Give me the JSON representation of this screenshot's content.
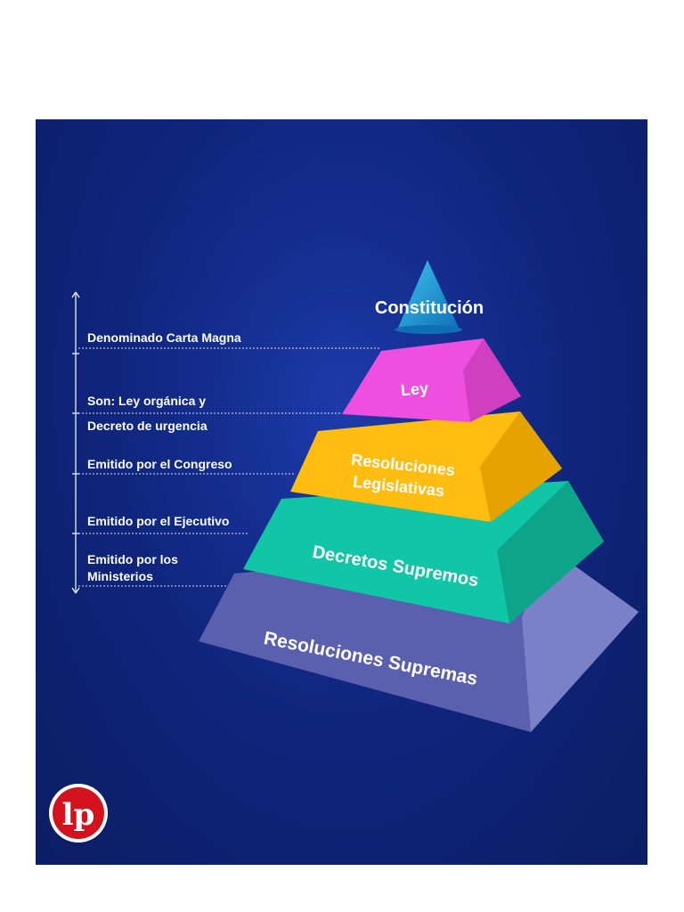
{
  "pyramid": {
    "tiers": [
      {
        "label": "Constitución",
        "color": "#1da1d9"
      },
      {
        "label": "Ley",
        "color": "#f250e0"
      },
      {
        "label": "Resoluciones Legislativas",
        "line1": "Resoluciones",
        "line2": "Legislativas",
        "color": "#ffbc11"
      },
      {
        "label": "Decretos Supremos",
        "color": "#11c6a6"
      },
      {
        "label": "Resoluciones Supremas",
        "color": "#5c63b0"
      }
    ]
  },
  "annotations": [
    {
      "text": "Denominado Carta Magna"
    },
    {
      "text_line1": "Son: Ley orgánica y",
      "text_line2": "Decreto de urgencia"
    },
    {
      "text": "Emitido por el Congreso"
    },
    {
      "text": "Emitido por el Ejecutivo"
    },
    {
      "text_line1": "Emitido por los",
      "text_line2": "Ministerios"
    }
  ],
  "logo": {
    "text": "lp",
    "color": "#d4121e"
  }
}
